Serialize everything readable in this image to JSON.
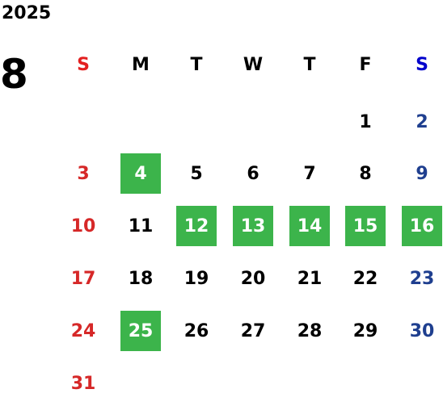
{
  "calendar": {
    "year": "2025",
    "month": "8",
    "weekdays": [
      "S",
      "M",
      "T",
      "W",
      "T",
      "F",
      "S"
    ],
    "weeks": [
      [
        "",
        "",
        "",
        "",
        "",
        "1",
        "2"
      ],
      [
        "3",
        "4",
        "5",
        "6",
        "7",
        "8",
        "9"
      ],
      [
        "10",
        "11",
        "12",
        "13",
        "14",
        "15",
        "16"
      ],
      [
        "17",
        "18",
        "19",
        "20",
        "21",
        "22",
        "23"
      ],
      [
        "24",
        "25",
        "26",
        "27",
        "28",
        "29",
        "30"
      ],
      [
        "31",
        "",
        "",
        "",
        "",
        "",
        ""
      ]
    ],
    "highlighted_days": [
      "4",
      "12",
      "13",
      "14",
      "15",
      "16",
      "25"
    ]
  },
  "colors": {
    "sunday_header": "#e32020",
    "saturday_header": "#0000cc",
    "sunday_dates": "#d62828",
    "saturday_dates": "#1f3f8f",
    "weekday_text": "#000000",
    "highlight_bg": "#3cb44b",
    "highlight_text": "#ffffff"
  }
}
